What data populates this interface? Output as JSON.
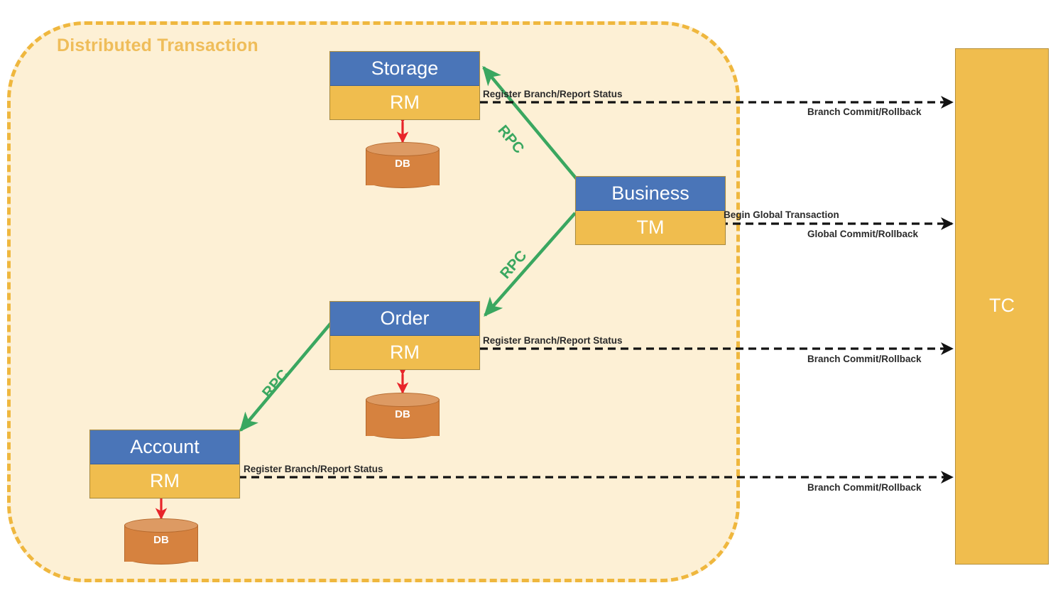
{
  "container": {
    "label": "Distributed Transaction",
    "fill": "#fdf0d5",
    "border": "#efb73e"
  },
  "nodes": [
    {
      "title": "Storage",
      "role": "RM",
      "db": "DB"
    },
    {
      "title": "Business",
      "role": "TM",
      "db": null
    },
    {
      "title": "Order",
      "role": "RM",
      "db": "DB"
    },
    {
      "title": "Account",
      "role": "RM",
      "db": "DB"
    }
  ],
  "coordinator": {
    "label": "TC",
    "fill": "#f0bd4e"
  },
  "rpc_links": [
    {
      "label": "RPC",
      "from": "Business",
      "to": "Storage"
    },
    {
      "label": "RPC",
      "from": "Business",
      "to": "Order"
    },
    {
      "label": "RPC",
      "from": "Order",
      "to": "Account"
    }
  ],
  "tc_links": [
    {
      "node": "Storage",
      "upper_label": "Register Branch/Report Status",
      "lower_label": "Branch Commit/Rollback"
    },
    {
      "node": "Business",
      "upper_label": "Begin Global Transaction",
      "lower_label": "Global Commit/Rollback"
    },
    {
      "node": "Order",
      "upper_label": "Register Branch/Report Status",
      "lower_label": "Branch Commit/Rollback"
    },
    {
      "node": "Account",
      "upper_label": "Register Branch/Report Status",
      "lower_label": "Branch Commit/Rollback"
    }
  ],
  "colors": {
    "node_title": "#4a75b8",
    "node_role": "#f0bd4e",
    "db": "#d6823f",
    "rpc_line": "#3aa760",
    "db_arrow": "#e8252a",
    "tc_line": "#121212"
  }
}
